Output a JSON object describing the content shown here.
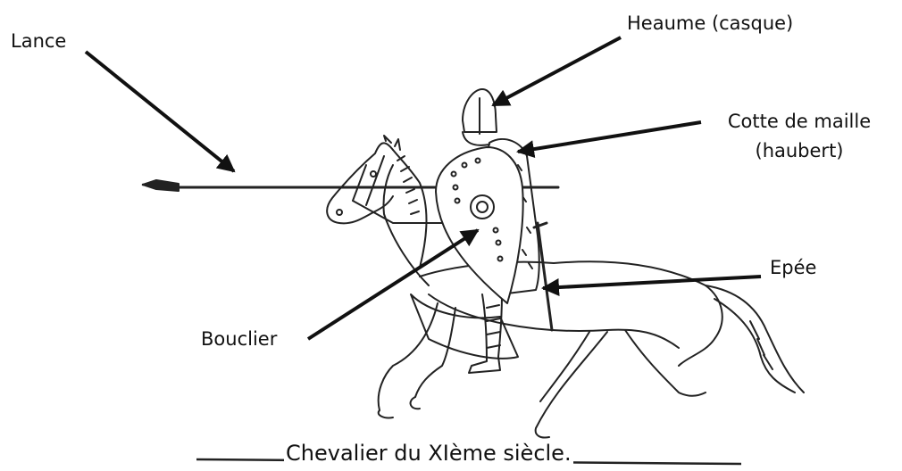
{
  "labels": {
    "lance": "Lance",
    "heaume": "Heaume (casque)",
    "cotte_line1": "Cotte de maille",
    "cotte_line2": "(haubert)",
    "epee": "Epée",
    "bouclier": "Bouclier"
  },
  "caption": "Chevalier du XIème siècle.",
  "colors": {
    "ink": "#111111",
    "background": "#ffffff"
  },
  "icons": {
    "illustration": "mounted-knight-icon"
  }
}
